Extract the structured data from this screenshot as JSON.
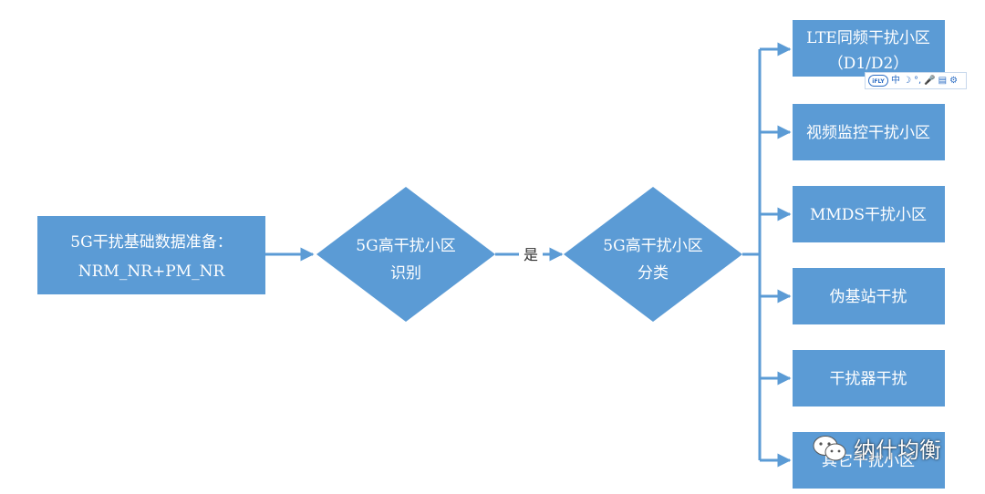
{
  "colors": {
    "node_fill": "#5b9bd5",
    "edge": "#5b9bd5",
    "text_on_node": "#ffffff"
  },
  "nodes": {
    "prep": {
      "line1": "5G干扰基础数据准备：",
      "line2": "NRM_NR+PM_NR"
    },
    "identify": {
      "line1": "5G高干扰小区",
      "line2": "识别"
    },
    "classify": {
      "line1": "5G高干扰小区",
      "line2": "分类"
    },
    "categories": [
      {
        "line1": "LTE同频干扰小区",
        "line2": "（D1/D2）"
      },
      {
        "line1": "视频监控干扰小区"
      },
      {
        "line1": "MMDS干扰小区"
      },
      {
        "line1": "伪基站干扰"
      },
      {
        "line1": "干扰器干扰"
      },
      {
        "line1": "其它干扰小区"
      }
    ]
  },
  "edges": {
    "yes_label": "是"
  },
  "toolbar": {
    "logo": "iFLY",
    "icons": [
      "中",
      "☽",
      "°,",
      "🎤",
      "▤",
      "⚙"
    ]
  },
  "watermark": {
    "icon": "wechat-icon",
    "text": "纳什均衡"
  }
}
